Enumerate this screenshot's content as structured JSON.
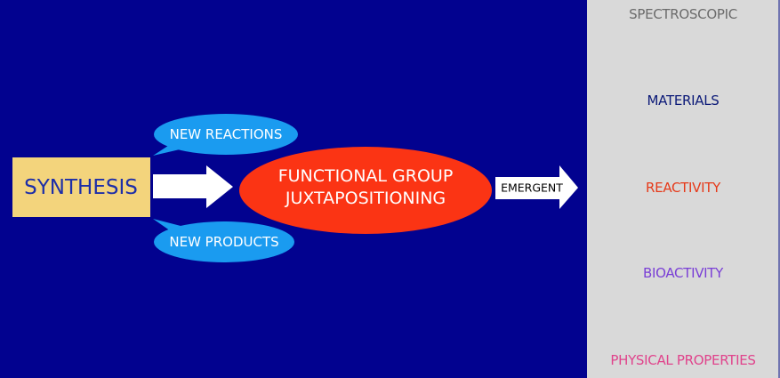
{
  "diagram": {
    "source": {
      "label": "SYNTHESIS",
      "color": "#f3d47c",
      "text_color": "#1e2fa8"
    },
    "side_bubbles": [
      {
        "label": "NEW REACTIONS",
        "color": "#1a9bf0"
      },
      {
        "label": "NEW PRODUCTS",
        "color": "#1a9bf0"
      }
    ],
    "central": {
      "line1": "FUNCTIONAL GROUP",
      "line2": "JUXTAPOSITIONING",
      "color": "#fb3414"
    },
    "emergent_arrow": {
      "label": "EMERGENT"
    },
    "outcomes": [
      {
        "label": "SPECTROSCOPIC",
        "color": "#6b6b6b"
      },
      {
        "label": "MATERIALS",
        "color": "#0c1a78"
      },
      {
        "label": "REACTIVITY",
        "color": "#e63a1a"
      },
      {
        "label": "BIOACTIVITY",
        "color": "#7a3fd6"
      },
      {
        "label": "PHYSICAL PROPERTIES",
        "color": "#e0448c"
      }
    ]
  }
}
